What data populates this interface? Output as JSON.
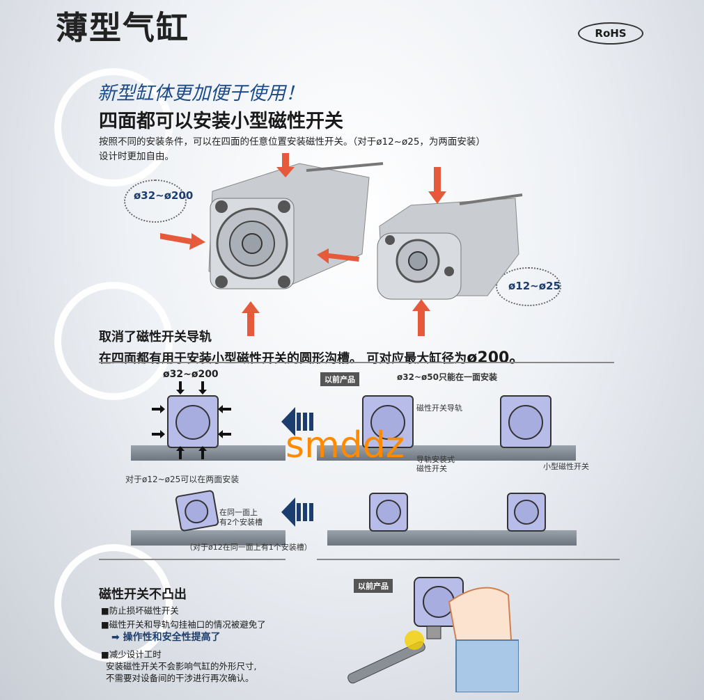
{
  "title": "薄型气缸",
  "rohs": "RoHS",
  "feature1": {
    "italic": "新型缸体更加便于使用！",
    "heading": "四面都可以安装小型磁性开关",
    "desc_line1": "按照不同的安装条件，可以在四面的任意位置安装磁性开关。（对于ø12~ø25，为两面安装）",
    "desc_line2": "设计时更加自由。",
    "range_large": "ø32~ø200",
    "range_small": "ø12~ø25"
  },
  "feature2": {
    "heading1": "取消了磁性开关导轨",
    "heading2": "在四面都有用于安装小型磁性开关的圆形沟槽。 可对应最大缸径为",
    "heading2_num": "ø200。",
    "left_range": "ø32~ø200",
    "prev_tag": "以前产品",
    "prev_range": "ø32~ø50只能在一面安装",
    "label_rail": "磁性开关导轨",
    "label_rail_switch_1": "导轨安装式",
    "label_rail_switch_2": "磁性开关",
    "label_small_switch": "小型磁性开关",
    "two_sides": "对于ø12~ø25可以在两面安装",
    "one_side_1": "在同一面上",
    "one_side_2": "有2个安装槽",
    "note": "（对于ø12在同一面上有1个安装槽）"
  },
  "feature3": {
    "heading": "磁性开关不凸出",
    "prev_tag": "以前产品",
    "b1": "■防止损坏磁性开关",
    "b2": "■磁性开关和导轨勾挂袖口的情况被避免了",
    "b2_arrow": "➡ 操作性和安全性提高了",
    "b3": "■减少设计工时",
    "b3_l1": "安装磁性开关不会影响气缸的外形尺寸,",
    "b3_l2": "不需要对设备间的干涉进行再次确认。"
  },
  "watermark": "smddz"
}
